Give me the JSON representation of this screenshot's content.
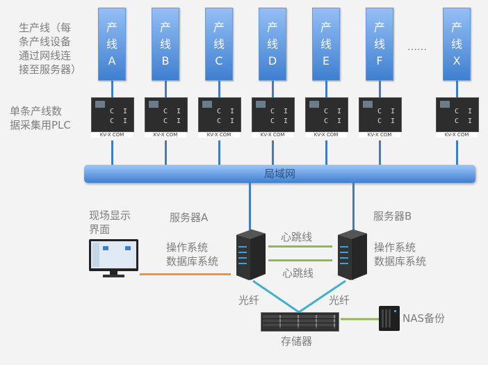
{
  "labels": {
    "production_lines_desc": "生产线（每\n条产线设备\n通过网线连\n接至服务器）",
    "plc_desc": "单条产线数\n据采集用PLC",
    "lan": "局域网",
    "display": "现场显示\n界面",
    "server_a": "服务器A",
    "server_a_sys": "操作系统\n数据库系统",
    "server_b": "服务器B",
    "server_b_sys": "操作系统\n数据库系统",
    "heartbeat_top": "心跳线",
    "heartbeat_bottom": "心跳线",
    "fiber_left": "光纤",
    "fiber_right": "光纤",
    "storage": "存储器",
    "nas": "NAS备份",
    "ellipsis": "……"
  },
  "production_lines": [
    {
      "prefix": "产\n线",
      "id": "A"
    },
    {
      "prefix": "产\n线",
      "id": "B"
    },
    {
      "prefix": "产\n线",
      "id": "C"
    },
    {
      "prefix": "产\n线",
      "id": "D"
    },
    {
      "prefix": "产\n线",
      "id": "E"
    },
    {
      "prefix": "产\n线",
      "id": "F"
    },
    {
      "prefix": "产\n线",
      "id": "X"
    }
  ],
  "plc_model": "KV-X COM",
  "colors": {
    "lan": "#3f7fd0",
    "heartbeat": "#8fba4a",
    "fiber": "#3fb0cf",
    "display_link": "#f0913f"
  }
}
